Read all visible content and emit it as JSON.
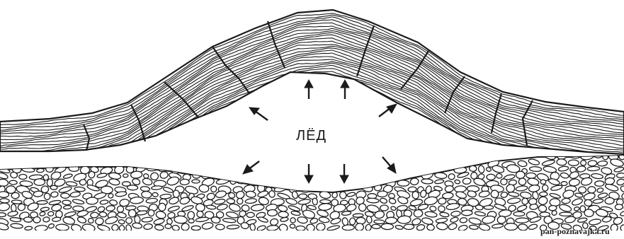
{
  "diagram": {
    "center_label": "ЛЁД",
    "watermark": "pan-poznavajka.ru",
    "arrow_directions": [
      "up",
      "up",
      "up-left",
      "up-right",
      "down-left",
      "down",
      "down",
      "down-right"
    ]
  },
  "colors": {
    "ink": "#1b1b1b",
    "paper": "#ffffff"
  }
}
